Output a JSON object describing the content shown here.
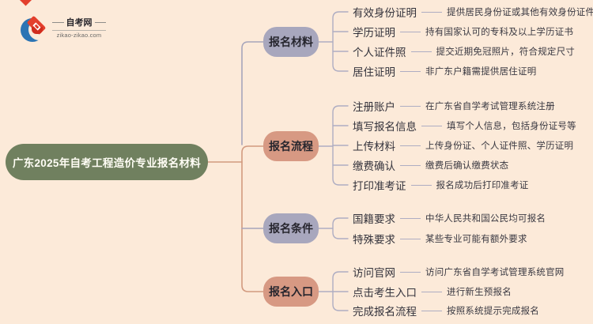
{
  "logo": {
    "site_name": "自考网",
    "site_url": "zikao-zikao.com"
  },
  "root": {
    "title": "广东2025年自考工程造价专业报名材料"
  },
  "colors": {
    "background": "#fcead9",
    "root_node": "#70805f",
    "branch_lavender": "#a8a7bd",
    "branch_salmon": "#d79983",
    "line_lavender": "#a6a5bb",
    "line_salmon": "#d29a7f",
    "text_dark": "#34333c",
    "logo_blue": "#2b74b4",
    "logo_red": "#e33f2d"
  },
  "branches": [
    {
      "label": "报名材料",
      "tone": "lavender",
      "items": [
        {
          "label": "有效身份证明",
          "desc": "提供居民身份证或其他有效身份证件"
        },
        {
          "label": "学历证明",
          "desc": "持有国家认可的专科及以上学历证书"
        },
        {
          "label": "个人证件照",
          "desc": "提交近期免冠照片，符合规定尺寸"
        },
        {
          "label": "居住证明",
          "desc": "非广东户籍需提供居住证明"
        }
      ]
    },
    {
      "label": "报名流程",
      "tone": "salmon",
      "items": [
        {
          "label": "注册账户",
          "desc": "在广东省自学考试管理系统注册"
        },
        {
          "label": "填写报名信息",
          "desc": "填写个人信息，包括身份证号等"
        },
        {
          "label": "上传材料",
          "desc": "上传身份证、个人证件照、学历证明"
        },
        {
          "label": "缴费确认",
          "desc": "缴费后确认缴费状态"
        },
        {
          "label": "打印准考证",
          "desc": "报名成功后打印准考证"
        }
      ]
    },
    {
      "label": "报名条件",
      "tone": "lavender",
      "items": [
        {
          "label": "国籍要求",
          "desc": "中华人民共和国公民均可报名"
        },
        {
          "label": "特殊要求",
          "desc": "某些专业可能有额外要求"
        }
      ]
    },
    {
      "label": "报名入口",
      "tone": "salmon",
      "items": [
        {
          "label": "访问官网",
          "desc": "访问广东省自学考试管理系统官网"
        },
        {
          "label": "点击考生入口",
          "desc": "进行新生预报名"
        },
        {
          "label": "完成报名流程",
          "desc": "按照系统提示完成报名"
        }
      ]
    }
  ]
}
